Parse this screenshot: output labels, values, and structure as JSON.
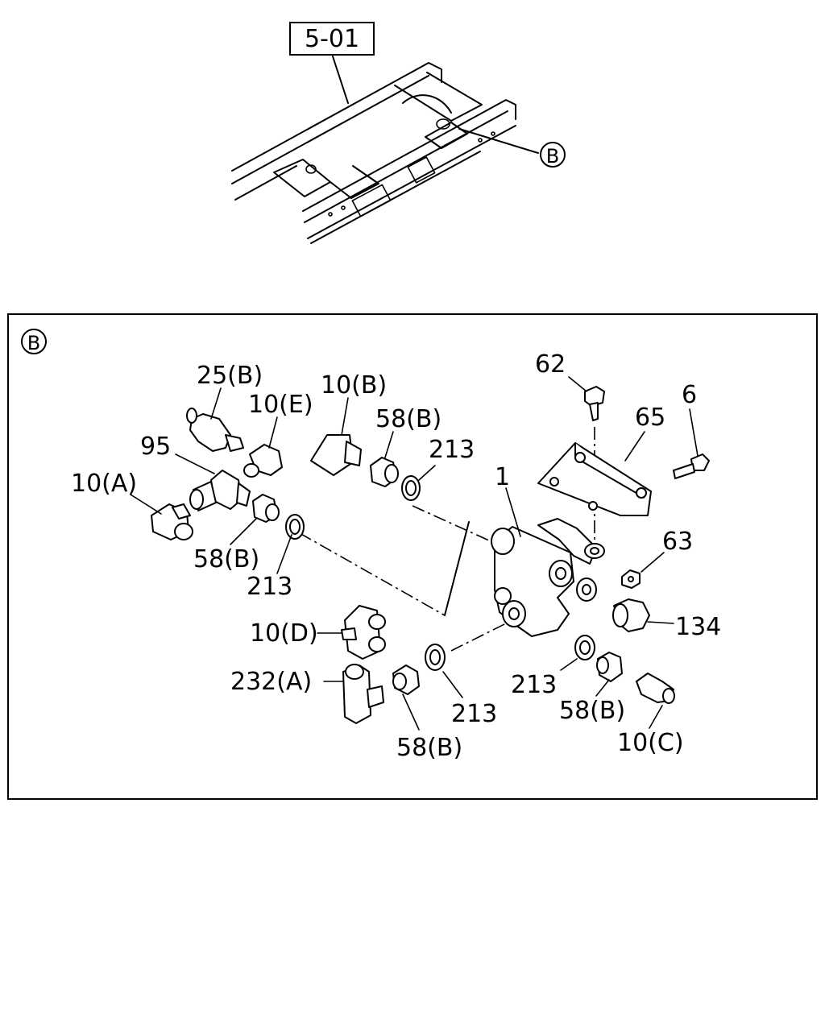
{
  "overview": {
    "ref_box": "5-01",
    "callout": "B"
  },
  "detail": {
    "marker": "B",
    "labels": {
      "p25b": "25(B)",
      "p10e": "10(E)",
      "p95": "95",
      "p10a": "10(A)",
      "p58b_left": "58(B)",
      "p213_left": "213",
      "p10b": "10(B)",
      "p58b_top": "58(B)",
      "p213_top": "213",
      "p1": "1",
      "p62": "62",
      "p65": "65",
      "p6": "6",
      "p63": "63",
      "p134": "134",
      "p10d": "10(D)",
      "p232a": "232(A)",
      "p58b_bottom": "58(B)",
      "p213_bottom": "213",
      "p213_right": "213",
      "p58b_right": "58(B)",
      "p10c": "10(C)"
    }
  }
}
